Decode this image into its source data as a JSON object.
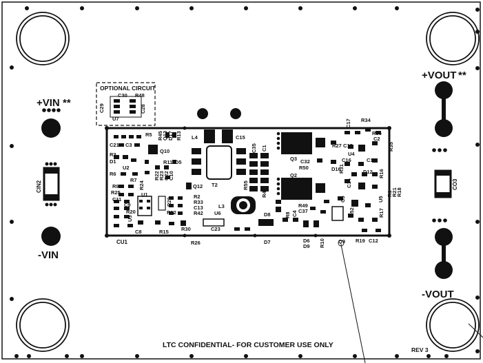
{
  "board": {
    "optional_circuit": "OPTIONAL CIRCUIT",
    "vin_pos": "+VIN",
    "vin_pos_marks": "**",
    "vin_neg": "-VIN",
    "vout_pos": "+VOUT",
    "vout_pos_marks": "**",
    "vout_neg": "-VOUT",
    "confidential": "LTC CONFIDENTIAL- FOR CUSTOMER USE ONLY",
    "rev": "REV 3",
    "cin2": "CIN2",
    "co3": "CO3",
    "cu1": "CU1",
    "colors": {
      "ink": "#111111",
      "paper": "#ffffff"
    }
  },
  "components": [
    {
      "id": "c30",
      "text": "C30"
    },
    {
      "id": "r48",
      "text": "R48"
    },
    {
      "id": "c29",
      "text": "C29"
    },
    {
      "id": "c28",
      "text": "C28"
    },
    {
      "id": "u7",
      "text": "U7"
    },
    {
      "id": "r5",
      "text": "R5"
    },
    {
      "id": "r45",
      "text": "R45"
    },
    {
      "id": "q13",
      "text": "Q13"
    },
    {
      "id": "d17",
      "text": "D17"
    },
    {
      "id": "r13",
      "text": "R13"
    },
    {
      "id": "l4",
      "text": "L4"
    },
    {
      "id": "c15",
      "text": "C15"
    },
    {
      "id": "c21",
      "text": "C21"
    },
    {
      "id": "c3",
      "text": "C3"
    },
    {
      "id": "q10",
      "text": "Q10"
    },
    {
      "id": "r3",
      "text": "R3"
    },
    {
      "id": "d1",
      "text": "D1"
    },
    {
      "id": "r11",
      "text": "R11"
    },
    {
      "id": "d5",
      "text": "D5"
    },
    {
      "id": "u2",
      "text": "U2"
    },
    {
      "id": "r6",
      "text": "R6"
    },
    {
      "id": "r22",
      "text": "R22"
    },
    {
      "id": "r23",
      "text": "R23"
    },
    {
      "id": "c22",
      "text": "C22"
    },
    {
      "id": "c10",
      "text": "C10"
    },
    {
      "id": "c35",
      "text": "C35"
    },
    {
      "id": "c1",
      "text": "C1"
    },
    {
      "id": "t2",
      "text": "T2"
    },
    {
      "id": "q12",
      "text": "Q12"
    },
    {
      "id": "r7",
      "text": "R7"
    },
    {
      "id": "r9",
      "text": "R9"
    },
    {
      "id": "r24",
      "text": "R24"
    },
    {
      "id": "r25",
      "text": "R25"
    },
    {
      "id": "u1",
      "text": "U1"
    },
    {
      "id": "c11",
      "text": "C11"
    },
    {
      "id": "c9",
      "text": "C9"
    },
    {
      "id": "r20",
      "text": "R20"
    },
    {
      "id": "u3",
      "text": "U3"
    },
    {
      "id": "r29",
      "text": "R29"
    },
    {
      "id": "r12",
      "text": "R12"
    },
    {
      "id": "r2",
      "text": "R2"
    },
    {
      "id": "r33",
      "text": "R33"
    },
    {
      "id": "c13",
      "text": "C13"
    },
    {
      "id": "r42",
      "text": "R42"
    },
    {
      "id": "c8",
      "text": "C8"
    },
    {
      "id": "r15",
      "text": "R15"
    },
    {
      "id": "r30",
      "text": "R30"
    },
    {
      "id": "r26",
      "text": "R26"
    },
    {
      "id": "l3",
      "text": "L3"
    },
    {
      "id": "u6",
      "text": "U6"
    },
    {
      "id": "r55",
      "text": "R55"
    },
    {
      "id": "r4",
      "text": "R4"
    },
    {
      "id": "c23",
      "text": "C23"
    },
    {
      "id": "d7",
      "text": "D7"
    },
    {
      "id": "d8",
      "text": "D8"
    },
    {
      "id": "c17",
      "text": "C17"
    },
    {
      "id": "r34",
      "text": "R34"
    },
    {
      "id": "r36",
      "text": "R36"
    },
    {
      "id": "c2",
      "text": "C2"
    },
    {
      "id": "r27",
      "text": "R27"
    },
    {
      "id": "c18",
      "text": "C18"
    },
    {
      "id": "q3",
      "text": "Q3"
    },
    {
      "id": "c32",
      "text": "C32"
    },
    {
      "id": "r50",
      "text": "R50"
    },
    {
      "id": "d16",
      "text": "D16"
    },
    {
      "id": "u4",
      "text": "U4"
    },
    {
      "id": "c16",
      "text": "C16"
    },
    {
      "id": "c19",
      "text": "C19"
    },
    {
      "id": "r31",
      "text": "R31"
    },
    {
      "id": "d12",
      "text": "D12"
    },
    {
      "id": "r35",
      "text": "R35"
    },
    {
      "id": "r16",
      "text": "R16"
    },
    {
      "id": "q2",
      "text": "Q2"
    },
    {
      "id": "c14",
      "text": "C14"
    },
    {
      "id": "r1",
      "text": "R1"
    },
    {
      "id": "r21",
      "text": "R21"
    },
    {
      "id": "r18",
      "text": "R18"
    },
    {
      "id": "u5",
      "text": "U5"
    },
    {
      "id": "r49",
      "text": "R49"
    },
    {
      "id": "c5",
      "text": "C5"
    },
    {
      "id": "c37",
      "text": "C37"
    },
    {
      "id": "r8",
      "text": "R8"
    },
    {
      "id": "c4",
      "text": "C4"
    },
    {
      "id": "r52",
      "text": "R52"
    },
    {
      "id": "r17",
      "text": "R17"
    },
    {
      "id": "d6",
      "text": "D6"
    },
    {
      "id": "d9",
      "text": "D9"
    },
    {
      "id": "r10",
      "text": "R10"
    },
    {
      "id": "q9",
      "text": "Q9"
    },
    {
      "id": "r19",
      "text": "R19"
    },
    {
      "id": "c12",
      "text": "C12"
    }
  ]
}
